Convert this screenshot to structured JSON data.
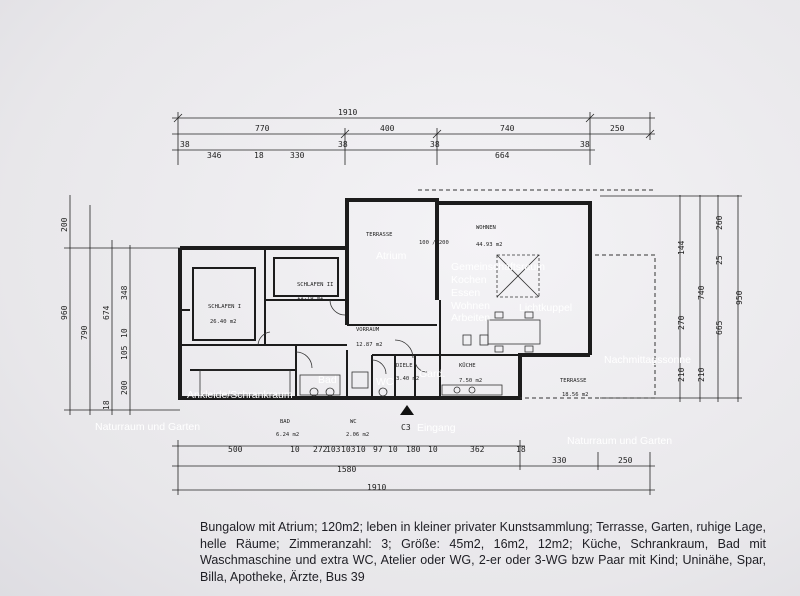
{
  "dimensions": {
    "total_top": "1910",
    "top_segments": [
      "770",
      "400",
      "740",
      "250"
    ],
    "top_detail": [
      "38",
      "346",
      "18",
      "330",
      "38",
      "38",
      "664",
      "38"
    ],
    "left_outer": [
      "200",
      "960",
      "790"
    ],
    "left_inner": [
      "674",
      "348",
      "10",
      "105",
      "200",
      "18"
    ],
    "right_outer": [
      "144",
      "740",
      "950",
      "260",
      "25",
      "665"
    ],
    "right_inner": [
      "270",
      "210",
      "210"
    ],
    "bottom_detail": [
      "500",
      "10",
      "272",
      "103",
      "103",
      "10",
      "97",
      "10",
      "180",
      "10",
      "362",
      "18"
    ],
    "bottom_mid": [
      "1580",
      "330",
      "250"
    ],
    "total_bottom": "1910"
  },
  "rooms": {
    "terrasse_top": "TERRASSE",
    "wohnen": "WOHNEN",
    "wohnen_area": "44.93 m2",
    "schlafen_1": "SCHLAFEN I",
    "schlafen_1_area": "26.40 m2",
    "schlafen_2": "SCHLAFEN II",
    "schlafen_2_area": "11.78 m2",
    "vorraum": "VORRAUM",
    "vorraum_area": "12.87 m2",
    "diele": "DIELE",
    "diele_area": "3.40 m2",
    "kueche": "KÜCHE",
    "kueche_area": "7.50 m2",
    "terrasse_bottom": "TERRASSE",
    "terrasse_bottom_area": "18.56 m2",
    "bad": "BAD",
    "bad_area": "6.24 m2",
    "wc": "WC",
    "wc_area": "2.06 m2",
    "door_code": "C3",
    "sample_code": "100 / 200"
  },
  "annotations": {
    "atrium": "Atrium",
    "gemeinschaftsraum": "Gemeinschaftsraum",
    "kochen": "Kochen",
    "essen": "Essen",
    "wohnen": "Wohnen",
    "arbeiten": "Arbeiten",
    "lichtkuppel": "Lichtkuppel",
    "nachmittagssonne": "Nachmittagssonne",
    "bad": "Bad",
    "wc": "WC",
    "gard": "Gard.",
    "ankleide": "Ankleide/Schrankraum",
    "eingang": "Eingang",
    "garden_left": "Naturraum und Garten",
    "garden_right": "Naturraum und Garten"
  },
  "description": "Bungalow mit Atrium; 120m2; leben in kleiner privater Kunstsammlung; Terrasse, Garten, ruhige Lage, helle Räume; Zimmeranzahl: 3; Größe: 45m2, 16m2, 12m2; Küche, Schrankraum, Bad mit Waschmaschine und extra WC, Atelier oder WG, 2-er oder 3-WG bzw Paar mit Kind; Uninähe, Spar, Billa, Apotheke, Ärzte, Bus 39"
}
